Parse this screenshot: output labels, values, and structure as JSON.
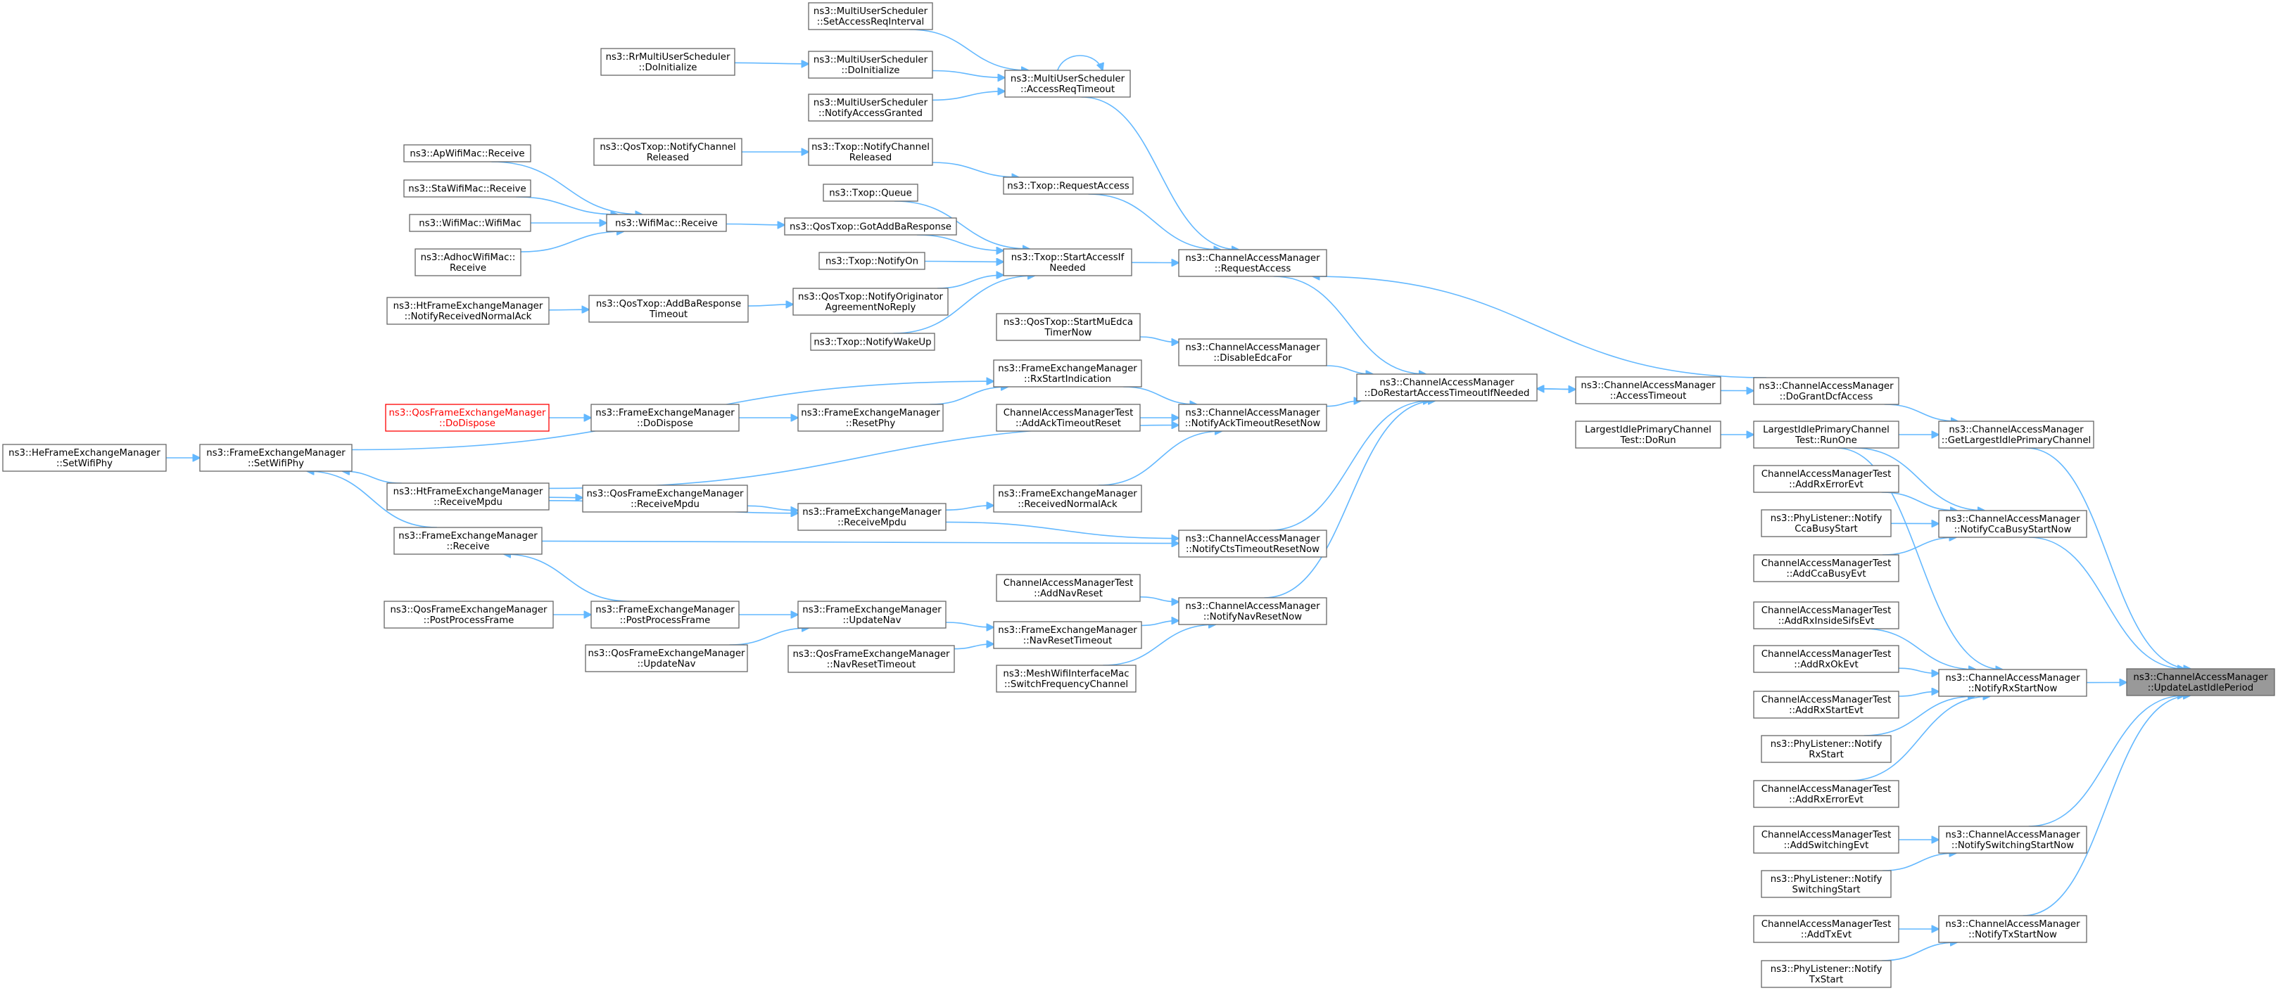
{
  "graph": {
    "focus_node": "ns3::ChannelAccessManager::UpdateLastIdlePeriod",
    "colors": {
      "edge": "#63b8ff",
      "node_border": "#666666",
      "focus_fill": "#999999",
      "unresolved": "#ff0000"
    },
    "nodes": [
      {
        "id": "n_update",
        "lines": [
          "ns3::ChannelAccessManager",
          "::UpdateLastIdlePeriod"
        ],
        "style": "highlight"
      },
      {
        "id": "n_getlargest",
        "lines": [
          "ns3::ChannelAccessManager",
          "::GetLargestIdlePrimaryChannel"
        ]
      },
      {
        "id": "n_ccabusy",
        "lines": [
          "ns3::ChannelAccessManager",
          "::NotifyCcaBusyStartNow"
        ]
      },
      {
        "id": "n_rxstart",
        "lines": [
          "ns3::ChannelAccessManager",
          "::NotifyRxStartNow"
        ]
      },
      {
        "id": "n_switching",
        "lines": [
          "ns3::ChannelAccessManager",
          "::NotifySwitchingStartNow"
        ]
      },
      {
        "id": "n_txstart",
        "lines": [
          "ns3::ChannelAccessManager",
          "::NotifyTxStartNow"
        ]
      },
      {
        "id": "n_dogrant",
        "lines": [
          "ns3::ChannelAccessManager",
          "::DoGrantDcfAccess"
        ]
      },
      {
        "id": "n_lipc_run",
        "lines": [
          "LargestIdlePrimaryChannel",
          "Test::RunOne"
        ]
      },
      {
        "id": "n_t_rxerr1",
        "lines": [
          "ChannelAccessManagerTest",
          "::AddRxErrorEvt"
        ]
      },
      {
        "id": "n_pl_cca",
        "lines": [
          "ns3::PhyListener::Notify",
          "CcaBusyStart"
        ]
      },
      {
        "id": "n_t_ccabusy",
        "lines": [
          "ChannelAccessManagerTest",
          "::AddCcaBusyEvt"
        ]
      },
      {
        "id": "n_t_rxsifs",
        "lines": [
          "ChannelAccessManagerTest",
          "::AddRxInsideSifsEvt"
        ]
      },
      {
        "id": "n_t_rxok",
        "lines": [
          "ChannelAccessManagerTest",
          "::AddRxOkEvt"
        ]
      },
      {
        "id": "n_t_rxstart",
        "lines": [
          "ChannelAccessManagerTest",
          "::AddRxStartEvt"
        ]
      },
      {
        "id": "n_pl_rx",
        "lines": [
          "ns3::PhyListener::Notify",
          "RxStart"
        ]
      },
      {
        "id": "n_t_rxerr2",
        "lines": [
          "ChannelAccessManagerTest",
          "::AddRxErrorEvt"
        ]
      },
      {
        "id": "n_t_switch",
        "lines": [
          "ChannelAccessManagerTest",
          "::AddSwitchingEvt"
        ]
      },
      {
        "id": "n_pl_switch",
        "lines": [
          "ns3::PhyListener::Notify",
          "SwitchingStart"
        ]
      },
      {
        "id": "n_t_tx",
        "lines": [
          "ChannelAccessManagerTest",
          "::AddTxEvt"
        ]
      },
      {
        "id": "n_pl_tx",
        "lines": [
          "ns3::PhyListener::Notify",
          "TxStart"
        ]
      },
      {
        "id": "n_access_timeout",
        "lines": [
          "ns3::ChannelAccessManager",
          "::AccessTimeout"
        ]
      },
      {
        "id": "n_lipc_dorun",
        "lines": [
          "LargestIdlePrimaryChannel",
          "Test::DoRun"
        ]
      },
      {
        "id": "n_dorestart",
        "lines": [
          "ns3::ChannelAccessManager",
          "::DoRestartAccessTimeoutIfNeeded"
        ]
      },
      {
        "id": "n_request",
        "lines": [
          "ns3::ChannelAccessManager",
          "::RequestAccess"
        ]
      },
      {
        "id": "n_disableedca",
        "lines": [
          "ns3::ChannelAccessManager",
          "::DisableEdcaFor"
        ]
      },
      {
        "id": "n_ackreset",
        "lines": [
          "ns3::ChannelAccessManager",
          "::NotifyAckTimeoutResetNow"
        ]
      },
      {
        "id": "n_ctsreset",
        "lines": [
          "ns3::ChannelAccessManager",
          "::NotifyCtsTimeoutResetNow"
        ]
      },
      {
        "id": "n_navreset",
        "lines": [
          "ns3::ChannelAccessManager",
          "::NotifyNavResetNow"
        ]
      },
      {
        "id": "n_mus_acc",
        "lines": [
          "ns3::MultiUserScheduler",
          "::AccessReqTimeout"
        ]
      },
      {
        "id": "n_mus_set",
        "lines": [
          "ns3::MultiUserScheduler",
          "::SetAccessReqInterval"
        ]
      },
      {
        "id": "n_mus_init",
        "lines": [
          "ns3::MultiUserScheduler",
          "::DoInitialize"
        ]
      },
      {
        "id": "n_rr_init",
        "lines": [
          "ns3::RrMultiUserScheduler",
          "::DoInitialize"
        ]
      },
      {
        "id": "n_mus_granted",
        "lines": [
          "ns3::MultiUserScheduler",
          "::NotifyAccessGranted"
        ]
      },
      {
        "id": "n_txop_req",
        "lines": [
          "ns3::Txop::RequestAccess"
        ]
      },
      {
        "id": "n_txop_notifych",
        "lines": [
          "ns3::Txop::NotifyChannel",
          "Released"
        ]
      },
      {
        "id": "n_qos_notifych",
        "lines": [
          "ns3::QosTxop::NotifyChannel",
          "Released"
        ]
      },
      {
        "id": "n_txop_start",
        "lines": [
          "ns3::Txop::StartAccessIf",
          "Needed"
        ]
      },
      {
        "id": "n_txop_queue",
        "lines": [
          "ns3::Txop::Queue"
        ]
      },
      {
        "id": "n_qos_gotaddba",
        "lines": [
          "ns3::QosTxop::GotAddBaResponse"
        ]
      },
      {
        "id": "n_txop_on",
        "lines": [
          "ns3::Txop::NotifyOn"
        ]
      },
      {
        "id": "n_qos_orig",
        "lines": [
          "ns3::QosTxop::NotifyOriginator",
          "AgreementNoReply"
        ]
      },
      {
        "id": "n_txop_wake",
        "lines": [
          "ns3::Txop::NotifyWakeUp"
        ]
      },
      {
        "id": "n_wifimac_recv",
        "lines": [
          "ns3::WifiMac::Receive"
        ]
      },
      {
        "id": "n_apwifi",
        "lines": [
          "ns3::ApWifiMac::Receive"
        ]
      },
      {
        "id": "n_stawifi",
        "lines": [
          "ns3::StaWifiMac::Receive"
        ]
      },
      {
        "id": "n_wifimac_ctor",
        "lines": [
          "ns3::WifiMac::WifiMac"
        ]
      },
      {
        "id": "n_adhoc",
        "lines": [
          "ns3::AdhocWifiMac::",
          "Receive"
        ]
      },
      {
        "id": "n_qos_addba_to",
        "lines": [
          "ns3::QosTxop::AddBaResponse",
          "Timeout"
        ]
      },
      {
        "id": "n_ht_notify",
        "lines": [
          "ns3::HtFrameExchangeManager",
          "::NotifyReceivedNormalAck"
        ]
      },
      {
        "id": "n_qos_mu",
        "lines": [
          "ns3::QosTxop::StartMuEdca",
          "TimerNow"
        ]
      },
      {
        "id": "n_fem_rxstart",
        "lines": [
          "ns3::FrameExchangeManager",
          "::RxStartIndication"
        ]
      },
      {
        "id": "n_t_ack",
        "lines": [
          "ChannelAccessManagerTest",
          "::AddAckTimeoutReset"
        ]
      },
      {
        "id": "n_fem_reset",
        "lines": [
          "ns3::FrameExchangeManager",
          "::ResetPhy"
        ]
      },
      {
        "id": "n_fem_dispose",
        "lines": [
          "ns3::FrameExchangeManager",
          "::DoDispose"
        ]
      },
      {
        "id": "n_qfem_dispose",
        "lines": [
          "ns3::QosFrameExchangeManager",
          "::DoDispose"
        ],
        "style": "unresolved"
      },
      {
        "id": "n_fem_setphy",
        "lines": [
          "ns3::FrameExchangeManager",
          "::SetWifiPhy"
        ]
      },
      {
        "id": "n_he_setphy",
        "lines": [
          "ns3::HeFrameExchangeManager",
          "::SetWifiPhy"
        ]
      },
      {
        "id": "n_fem_rnack",
        "lines": [
          "ns3::FrameExchangeManager",
          "::ReceivedNormalAck"
        ]
      },
      {
        "id": "n_fem_rmpdu",
        "lines": [
          "ns3::FrameExchangeManager",
          "::ReceiveMpdu"
        ]
      },
      {
        "id": "n_qfem_rmpdu",
        "lines": [
          "ns3::QosFrameExchangeManager",
          "::ReceiveMpdu"
        ]
      },
      {
        "id": "n_ht_rmpdu",
        "lines": [
          "ns3::HtFrameExchangeManager",
          "::ReceiveMpdu"
        ]
      },
      {
        "id": "n_fem_recv",
        "lines": [
          "ns3::FrameExchangeManager",
          "::Receive"
        ]
      },
      {
        "id": "n_t_nav",
        "lines": [
          "ChannelAccessManagerTest",
          "::AddNavReset"
        ]
      },
      {
        "id": "n_fem_navreset",
        "lines": [
          "ns3::FrameExchangeManager",
          "::NavResetTimeout"
        ]
      },
      {
        "id": "n_mesh",
        "lines": [
          "ns3::MeshWifiInterfaceMac",
          "::SwitchFrequencyChannel"
        ]
      },
      {
        "id": "n_fem_updnav",
        "lines": [
          "ns3::FrameExchangeManager",
          "::UpdateNav"
        ]
      },
      {
        "id": "n_qfem_navreset",
        "lines": [
          "ns3::QosFrameExchangeManager",
          "::NavResetTimeout"
        ]
      },
      {
        "id": "n_fem_post",
        "lines": [
          "ns3::FrameExchangeManager",
          "::PostProcessFrame"
        ]
      },
      {
        "id": "n_qfem_post",
        "lines": [
          "ns3::QosFrameExchangeManager",
          "::PostProcessFrame"
        ]
      },
      {
        "id": "n_qfem_updnav",
        "lines": [
          "ns3::QosFrameExchangeManager",
          "::UpdateNav"
        ]
      }
    ],
    "edges": [
      [
        "n_getlargest",
        "n_update"
      ],
      [
        "n_ccabusy",
        "n_update"
      ],
      [
        "n_rxstart",
        "n_update"
      ],
      [
        "n_switching",
        "n_update"
      ],
      [
        "n_txstart",
        "n_update"
      ],
      [
        "n_dogrant",
        "n_getlargest"
      ],
      [
        "n_lipc_run",
        "n_getlargest"
      ],
      [
        "n_lipc_run",
        "n_ccabusy"
      ],
      [
        "n_t_rxerr1",
        "n_ccabusy"
      ],
      [
        "n_pl_cca",
        "n_ccabusy"
      ],
      [
        "n_t_ccabusy",
        "n_ccabusy"
      ],
      [
        "n_lipc_run",
        "n_rxstart"
      ],
      [
        "n_t_rxsifs",
        "n_rxstart"
      ],
      [
        "n_t_rxok",
        "n_rxstart"
      ],
      [
        "n_t_rxstart",
        "n_rxstart"
      ],
      [
        "n_pl_rx",
        "n_rxstart"
      ],
      [
        "n_t_rxerr2",
        "n_rxstart"
      ],
      [
        "n_t_switch",
        "n_switching"
      ],
      [
        "n_pl_switch",
        "n_switching"
      ],
      [
        "n_t_tx",
        "n_txstart"
      ],
      [
        "n_pl_tx",
        "n_txstart"
      ],
      [
        "n_access_timeout",
        "n_dogrant"
      ],
      [
        "n_lipc_dorun",
        "n_lipc_run"
      ],
      [
        "n_dorestart",
        "n_access_timeout"
      ],
      [
        "n_access_timeout",
        "n_dorestart"
      ],
      [
        "n_dogrant",
        "n_request"
      ],
      [
        "n_request",
        "n_dorestart"
      ],
      [
        "n_disableedca",
        "n_dorestart"
      ],
      [
        "n_ackreset",
        "n_dorestart"
      ],
      [
        "n_ctsreset",
        "n_dorestart"
      ],
      [
        "n_navreset",
        "n_dorestart"
      ],
      [
        "n_mus_acc",
        "n_request"
      ],
      [
        "n_txop_req",
        "n_request"
      ],
      [
        "n_txop_start",
        "n_request"
      ],
      [
        "n_mus_set",
        "n_mus_acc"
      ],
      [
        "n_mus_init",
        "n_mus_acc"
      ],
      [
        "n_mus_granted",
        "n_mus_acc"
      ],
      [
        "n_mus_acc",
        "n_mus_acc"
      ],
      [
        "n_rr_init",
        "n_mus_init"
      ],
      [
        "n_txop_notifych",
        "n_txop_req"
      ],
      [
        "n_qos_notifych",
        "n_txop_notifych"
      ],
      [
        "n_txop_queue",
        "n_txop_start"
      ],
      [
        "n_qos_gotaddba",
        "n_txop_start"
      ],
      [
        "n_txop_on",
        "n_txop_start"
      ],
      [
        "n_qos_orig",
        "n_txop_start"
      ],
      [
        "n_txop_wake",
        "n_txop_start"
      ],
      [
        "n_wifimac_recv",
        "n_qos_gotaddba"
      ],
      [
        "n_apwifi",
        "n_wifimac_recv"
      ],
      [
        "n_stawifi",
        "n_wifimac_recv"
      ],
      [
        "n_wifimac_ctor",
        "n_wifimac_recv"
      ],
      [
        "n_adhoc",
        "n_wifimac_recv"
      ],
      [
        "n_qos_addba_to",
        "n_qos_orig"
      ],
      [
        "n_ht_notify",
        "n_qos_addba_to"
      ],
      [
        "n_qos_mu",
        "n_disableedca"
      ],
      [
        "n_fem_rxstart",
        "n_ackreset"
      ],
      [
        "n_t_ack",
        "n_ackreset"
      ],
      [
        "n_fem_rnack",
        "n_ackreset"
      ],
      [
        "n_ht_rmpdu",
        "n_ackreset"
      ],
      [
        "n_fem_reset",
        "n_fem_rxstart"
      ],
      [
        "n_fem_dispose",
        "n_fem_reset"
      ],
      [
        "n_qfem_dispose",
        "n_fem_dispose"
      ],
      [
        "n_fem_setphy",
        "n_fem_rxstart"
      ],
      [
        "n_he_setphy",
        "n_fem_setphy"
      ],
      [
        "n_fem_rmpdu",
        "n_fem_rnack"
      ],
      [
        "n_fem_rmpdu",
        "n_ctsreset"
      ],
      [
        "n_fem_recv",
        "n_ctsreset"
      ],
      [
        "n_qfem_rmpdu",
        "n_fem_rmpdu"
      ],
      [
        "n_ht_rmpdu",
        "n_fem_rmpdu"
      ],
      [
        "n_ht_rmpdu",
        "n_qfem_rmpdu"
      ],
      [
        "n_ht_rmpdu",
        "n_fem_setphy"
      ],
      [
        "n_fem_recv",
        "n_fem_setphy"
      ],
      [
        "n_fem_post",
        "n_fem_recv"
      ],
      [
        "n_t_nav",
        "n_navreset"
      ],
      [
        "n_fem_navreset",
        "n_navreset"
      ],
      [
        "n_mesh",
        "n_navreset"
      ],
      [
        "n_fem_updnav",
        "n_fem_navreset"
      ],
      [
        "n_qfem_navreset",
        "n_fem_navreset"
      ],
      [
        "n_fem_post",
        "n_fem_updnav"
      ],
      [
        "n_qfem_post",
        "n_fem_post"
      ],
      [
        "n_qfem_updnav",
        "n_fem_updnav"
      ]
    ]
  }
}
